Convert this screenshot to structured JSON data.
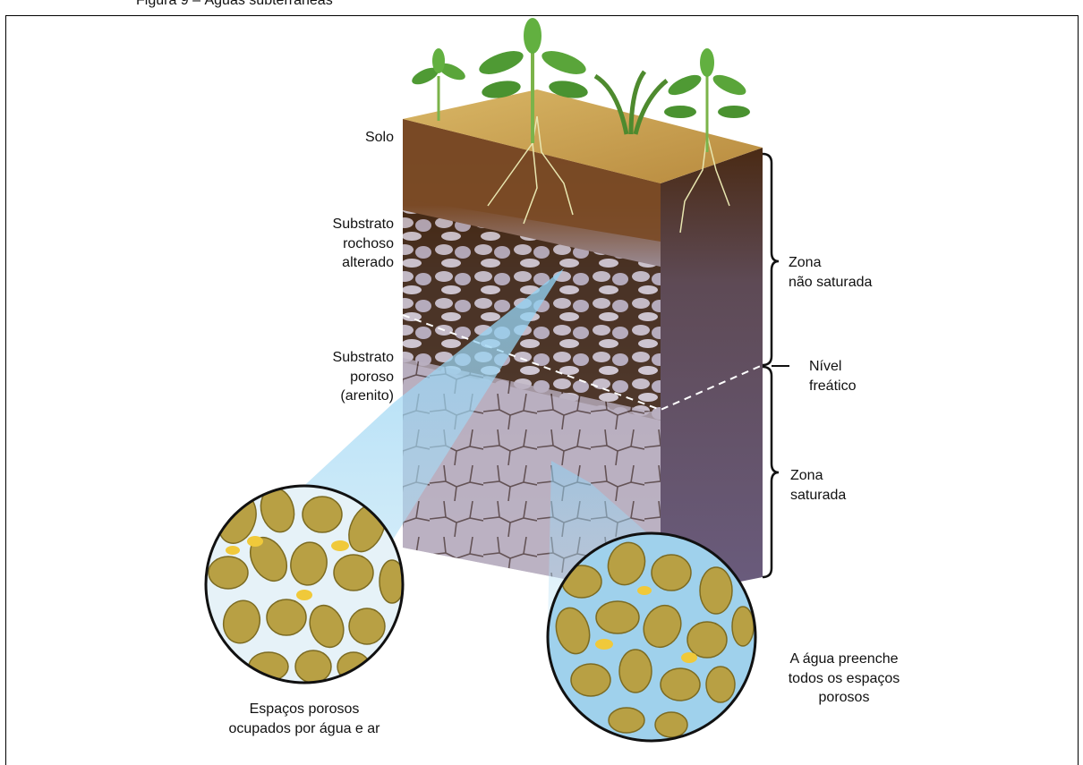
{
  "caption": "Figura 9 – Águas subterrâneas",
  "labels": {
    "solo": "Solo",
    "substrato_alterado": [
      "Substrato",
      "rochoso",
      "alterado"
    ],
    "substrato_poroso": [
      "Substrato",
      "poroso",
      "(arenito)"
    ],
    "zona_nao_saturada": [
      "Zona",
      "não saturada"
    ],
    "nivel_freatico": [
      "Nível",
      "freático"
    ],
    "zona_saturada": [
      "Zona",
      "saturada"
    ],
    "espacos_porosos": [
      "Espaços porosos",
      "ocupados por água e ar"
    ],
    "agua_preenche": [
      "A água preenche",
      "todos os espaços",
      "porosos"
    ]
  },
  "colors": {
    "soil_top": "#c9a04e",
    "soil_brown": "#7a4a26",
    "rock_weathered": "#a89aa6",
    "sandstone": "#b2a7b8",
    "sandstone_side": "#6f6283",
    "water_blue": "#a9d6ee",
    "grain_gold": "#b8a044",
    "plant_green": "#5aa53a"
  }
}
